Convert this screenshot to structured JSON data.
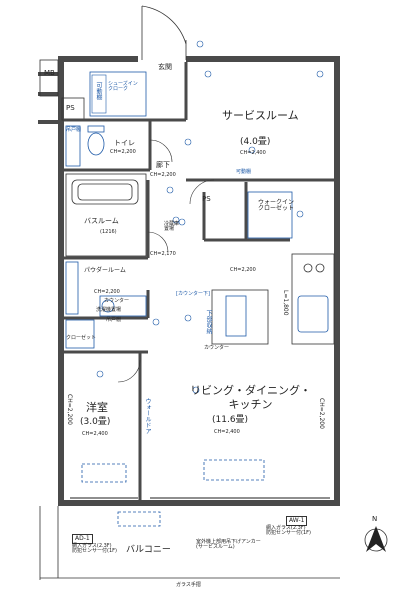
{
  "plan": {
    "mb": "MB",
    "ps_left": "PS",
    "ps_center": "PS",
    "rooms": {
      "entrance": "玄関",
      "shoes_closet": "シューズイン\nクローク",
      "movable_shelf_1": "可動棚",
      "toilet": "トイレ",
      "toilet_ch": "CH=2,200",
      "hanging_shelf_1": "吊戸棚",
      "corridor": "廊下",
      "corridor_ch": "CH=2,200",
      "service_room": "サービスルーム",
      "service_room_size": "(4.0畳)",
      "service_room_ch": "CH=2,400",
      "movable_shelf_2": "可動棚",
      "walkin_closet": "ウォークイン\nクローゼット",
      "bathroom": "バスルーム",
      "bathroom_size": "(1216)",
      "pantry": "冷蔵庫\n置場",
      "powder_room": "パウダールーム",
      "powder_ch": "CH=2,200",
      "counter": "カウンター",
      "washer": "洗濯機置場",
      "hanging_shelf_2": "吊戸棚",
      "closet": "クローゼット",
      "western_room": "洋室",
      "western_size": "(3.0畳)",
      "western_ch": "CH=2,400",
      "ldk": "リビング・ダイニング・\nキッチン",
      "ldk_size": "(11.6畳)",
      "ldk_ch": "CH=2,400",
      "counter_lower": "カウンター",
      "kitchen_ch": "CH=2,200",
      "ch_2170": "CH=2,170",
      "balcony": "バルコニー",
      "glass_rail": "ガラス手摺"
    },
    "notes": {
      "aw1": "AW-1",
      "aw1_text": "網入ガラス(2.3F)\n防犯センサー付(1F)",
      "ad1": "AD-1",
      "ad1_text": "網入ガラス(2.3F)\n防犯センサー付(1F)",
      "balcony_note": "室外機上部用吊下げアンカー\n(サービスルーム)",
      "wall_left": "CH=2,200",
      "wall_right": "CH=2,200",
      "l_dim": "L=1,800",
      "wall_note": "ウォールドア",
      "counter_band": "[カウンター下]",
      "lower_storage": "下部収納"
    },
    "north": "N"
  },
  "colors": {
    "wall": "#4a4a4a",
    "fixture": "#1e5aa8",
    "text": "#222222"
  }
}
